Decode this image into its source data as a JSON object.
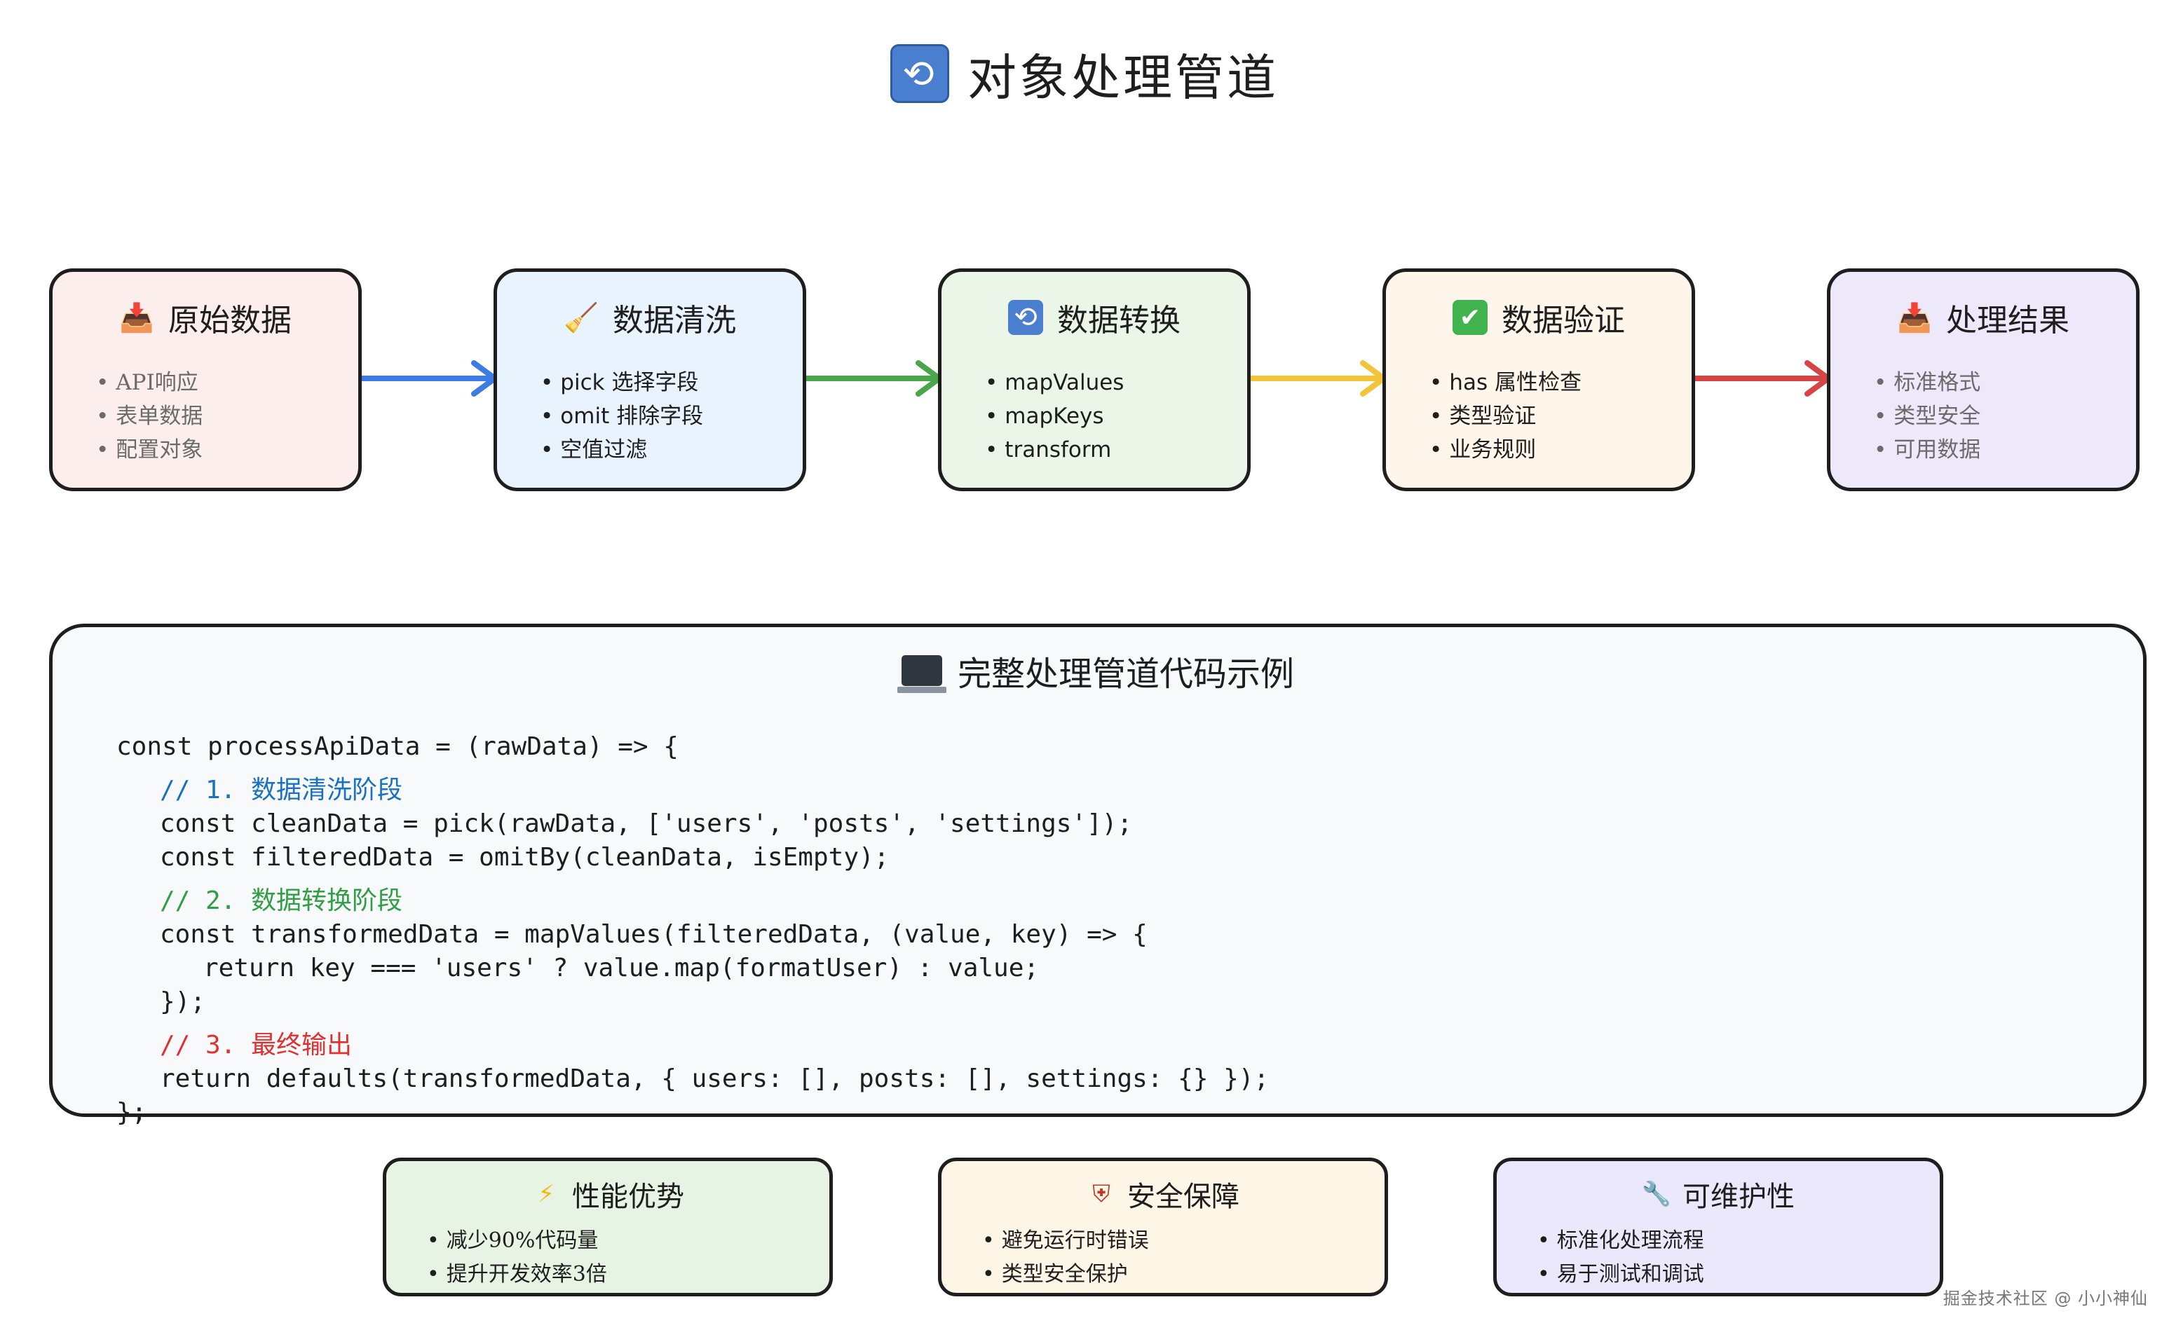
{
  "title": "对象处理管道",
  "colors": {
    "stage1": "#fdeeee",
    "stage2": "#e8f3fd",
    "stage3": "#ebf6e9",
    "stage4": "#fef6ea",
    "stage5": "#ede9fb",
    "arrow1": "#3b7be3",
    "arrow2": "#4aa64a",
    "arrow3": "#f2c43a",
    "arrow4": "#d64545",
    "benefit1": "#e7f4e3",
    "benefit2": "#fdf6e6",
    "benefit3": "#ece8fb"
  },
  "stages": [
    {
      "icon": "inbox-tray-icon",
      "title": "原始数据",
      "items": [
        "API响应",
        "表单数据",
        "配置对象"
      ]
    },
    {
      "icon": "broom-icon",
      "title": "数据清洗",
      "items": [
        "pick 选择字段",
        "omit 排除字段",
        "空值过滤"
      ]
    },
    {
      "icon": "counterclockwise-arrows-icon",
      "title": "数据转换",
      "items": [
        "mapValues",
        "mapKeys",
        "transform"
      ]
    },
    {
      "icon": "check-mark-icon",
      "title": "数据验证",
      "items": [
        "has 属性检查",
        "类型验证",
        "业务规则"
      ]
    },
    {
      "icon": "inbox-tray-icon",
      "title": "处理结果",
      "items": [
        "标准格式",
        "类型安全",
        "可用数据"
      ]
    }
  ],
  "code": {
    "title": "完整处理管道代码示例",
    "lines": [
      "const processApiData = (rawData) => {",
      "// 1. 数据清洗阶段",
      "const cleanData = pick(rawData, ['users', 'posts', 'settings']);",
      "const filteredData = omitBy(cleanData, isEmpty);",
      "// 2. 数据转换阶段",
      "const transformedData = mapValues(filteredData, (value, key) => {",
      "return key === 'users' ? value.map(formatUser) : value;",
      "});",
      "// 3. 最终输出",
      "return defaults(transformedData, { users: [], posts: [], settings: {} });",
      "};"
    ]
  },
  "benefits": [
    {
      "icon": "lightning-icon",
      "title": "性能优势",
      "items": [
        "减少90%代码量",
        "提升开发效率3倍"
      ]
    },
    {
      "icon": "shield-icon",
      "title": "安全保障",
      "items": [
        "避免运行时错误",
        "类型安全保护"
      ]
    },
    {
      "icon": "wrench-icon",
      "title": "可维护性",
      "items": [
        "标准化处理流程",
        "易于测试和调试"
      ]
    }
  ],
  "watermark": "掘金技术社区 @ 小小神仙"
}
